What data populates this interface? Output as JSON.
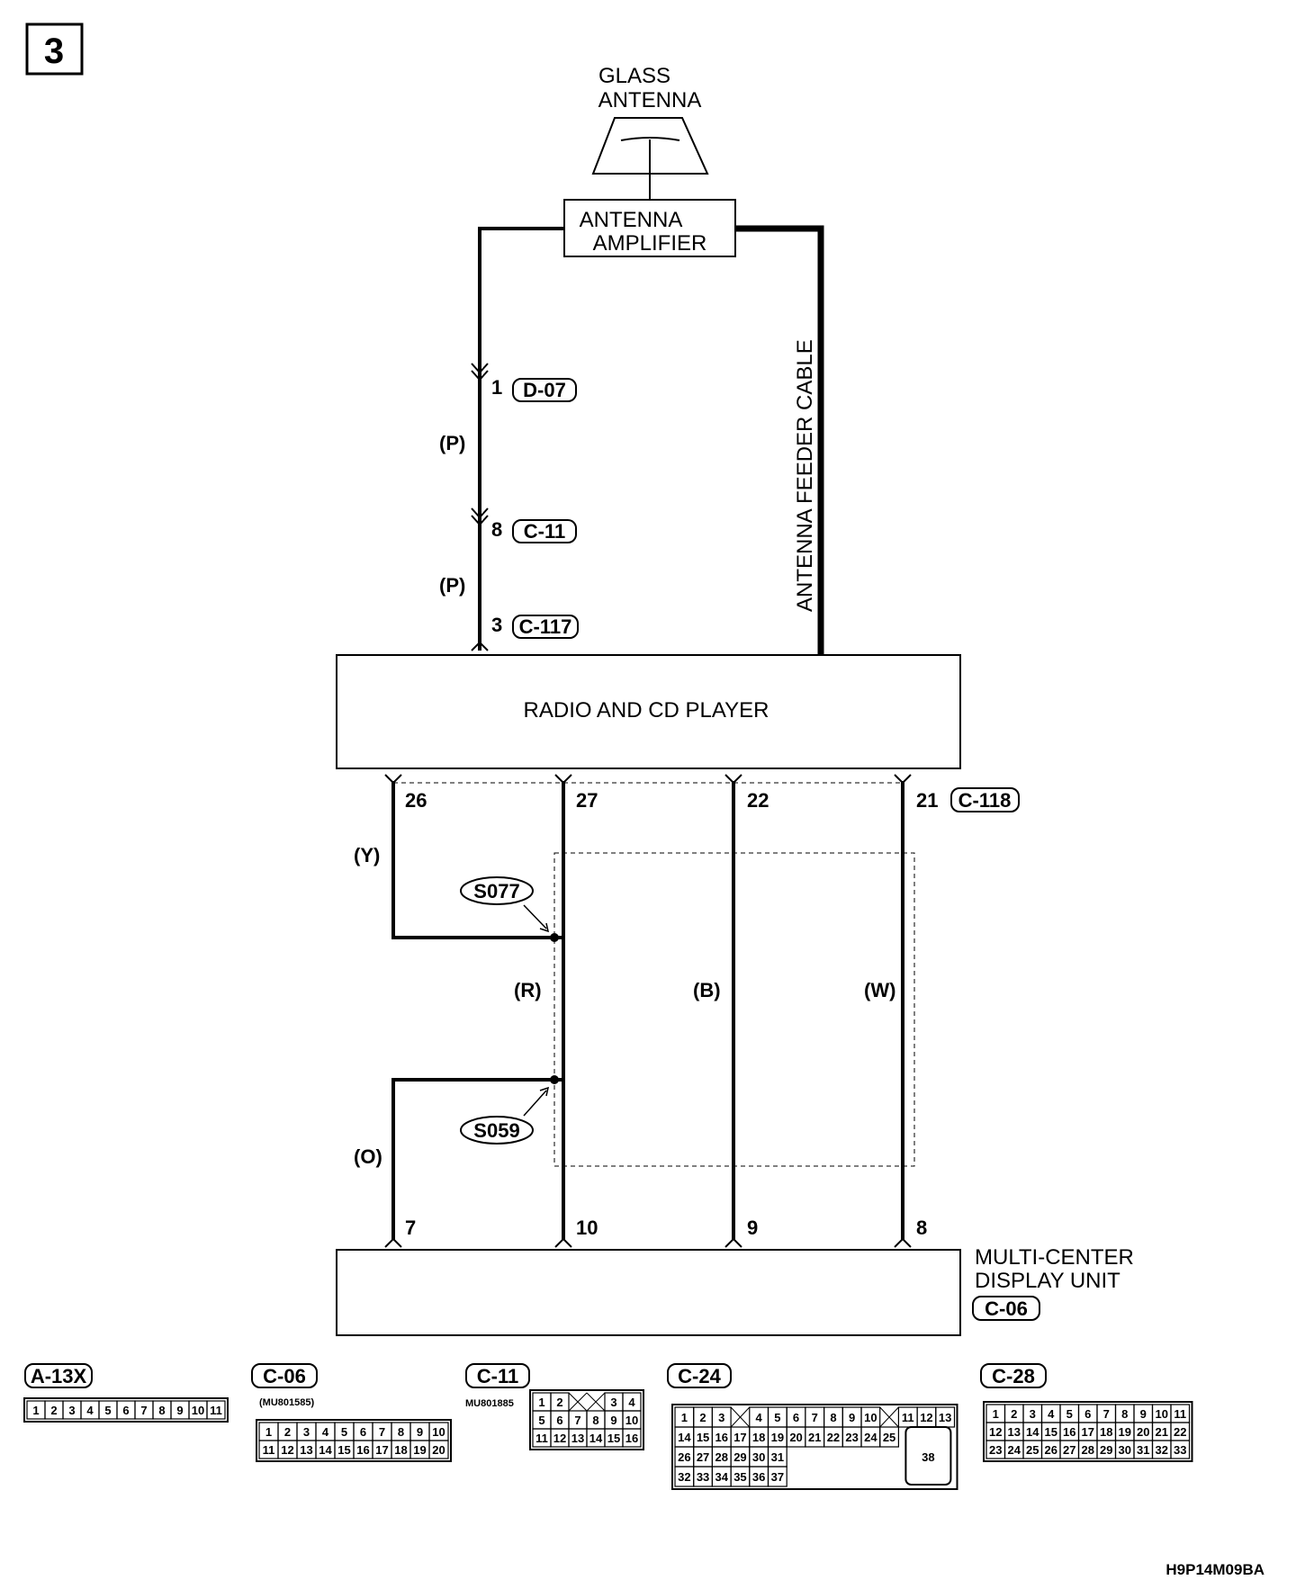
{
  "page_number": "3",
  "glass_antenna": [
    "GLASS",
    "ANTENNA"
  ],
  "antenna_amplifier": [
    "ANTENNA",
    "AMPLIFIER"
  ],
  "antenna_feeder_cable": "ANTENNA FEEDER CABLE",
  "radio_cd_player": "RADIO AND CD PLAYER",
  "multi_center_display": [
    "MULTI-CENTER",
    "DISPLAY UNIT"
  ],
  "connectors": {
    "d07": "D-07",
    "c11": "C-11",
    "c117": "C-117",
    "c118": "C-118",
    "c06": "C-06"
  },
  "upper_pins": {
    "d07": "1",
    "c11": "8",
    "c117": "3"
  },
  "upper_wire_colors": {
    "first": "(P)",
    "second": "(P)"
  },
  "radio_pins": [
    "26",
    "27",
    "22",
    "21"
  ],
  "display_pins": [
    "7",
    "10",
    "9",
    "8"
  ],
  "wire_colors": {
    "y": "(Y)",
    "o": "(O)",
    "r": "(R)",
    "b": "(B)",
    "w": "(W)"
  },
  "splices": {
    "s077": "S077",
    "s059": "S059"
  },
  "figure_code": "H9P14M09BA",
  "connector_faces": [
    {
      "label": "A-13X",
      "part_no": "",
      "rows": [
        [
          "1",
          "2",
          "3",
          "4",
          "5",
          "6",
          "7",
          "8",
          "9",
          "10",
          "11"
        ]
      ]
    },
    {
      "label": "C-06",
      "part_no": "(MU801585)",
      "rows": [
        [
          "1",
          "2",
          "3",
          "4",
          "5",
          "6",
          "7",
          "8",
          "9",
          "10"
        ],
        [
          "11",
          "12",
          "13",
          "14",
          "15",
          "16",
          "17",
          "18",
          "19",
          "20"
        ]
      ]
    },
    {
      "label": "C-11",
      "part_no": "MU801885",
      "rows": [
        [
          "1",
          "2",
          "",
          "",
          "3",
          "4"
        ],
        [
          "5",
          "6",
          "7",
          "8",
          "9",
          "10"
        ],
        [
          "11",
          "12",
          "13",
          "14",
          "15",
          "16"
        ]
      ]
    },
    {
      "label": "C-24",
      "part_no": "",
      "rows": [
        [
          "1",
          "2",
          "3",
          "",
          "4",
          "5",
          "6",
          "7",
          "8",
          "9",
          "10",
          "",
          "11",
          "12",
          "13"
        ],
        [
          "14",
          "15",
          "16",
          "17",
          "18",
          "19",
          "20",
          "21",
          "22",
          "23",
          "24",
          "25"
        ],
        [
          "26",
          "27",
          "28",
          "29",
          "30",
          "31"
        ],
        [
          "32",
          "33",
          "34",
          "35",
          "36",
          "37"
        ]
      ],
      "large_pin": "38"
    },
    {
      "label": "C-28",
      "part_no": "",
      "rows": [
        [
          "1",
          "2",
          "3",
          "4",
          "5",
          "6",
          "7",
          "8",
          "9",
          "10",
          "11"
        ],
        [
          "12",
          "13",
          "14",
          "15",
          "16",
          "17",
          "18",
          "19",
          "20",
          "21",
          "22"
        ],
        [
          "23",
          "24",
          "25",
          "26",
          "27",
          "28",
          "29",
          "30",
          "31",
          "32",
          "33"
        ]
      ]
    }
  ]
}
